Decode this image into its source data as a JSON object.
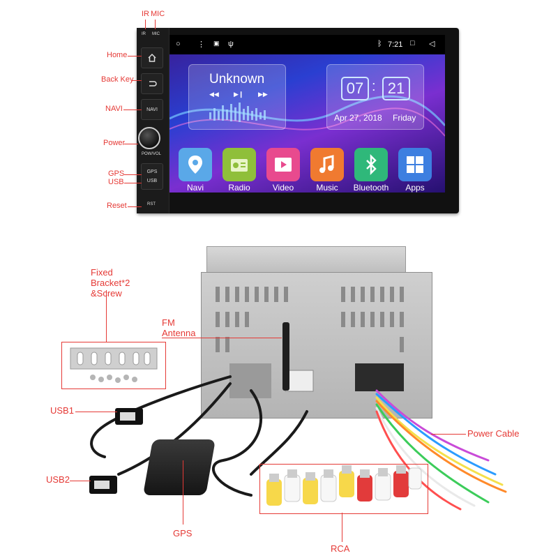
{
  "front_labels": {
    "ir": "IR",
    "mic": "MIC",
    "home": "Home",
    "back_key": "Back Key",
    "navi": "NAVI",
    "power": "Power",
    "gps": "GPS",
    "usb": "USB",
    "reset": "Reset"
  },
  "bezel_text": {
    "ir": "IR",
    "mic": "MIC",
    "navi": "NAVI",
    "powvol": "POW/VOL",
    "gps": "GPS",
    "usb": "USB",
    "rst": "RST"
  },
  "screen": {
    "clock": "7:21",
    "media": {
      "title": "Unknown"
    },
    "time": {
      "hour": "07",
      "separator": ":",
      "minute": "21",
      "date": "Apr 27, 2018",
      "weekday": "Friday"
    },
    "apps": [
      {
        "label": "Navi",
        "color": "#5aa8e8"
      },
      {
        "label": "Radio",
        "color": "#8fbf3a"
      },
      {
        "label": "Video",
        "color": "#e84a8e"
      },
      {
        "label": "Music",
        "color": "#f07a30"
      },
      {
        "label": "Bluetooth",
        "color": "#2fb87a"
      },
      {
        "label": "Apps",
        "color": "#3d7fe0"
      }
    ]
  },
  "rear_labels": {
    "fixed_bracket": "Fixed Bracket*2 &Screw",
    "fm_antenna": "FM Antenna",
    "usb1": "USB1",
    "usb2": "USB2",
    "power_cable": "Power Cable",
    "gps": "GPS",
    "rca": "RCA"
  },
  "colors": {
    "label_red": "#e53935"
  }
}
